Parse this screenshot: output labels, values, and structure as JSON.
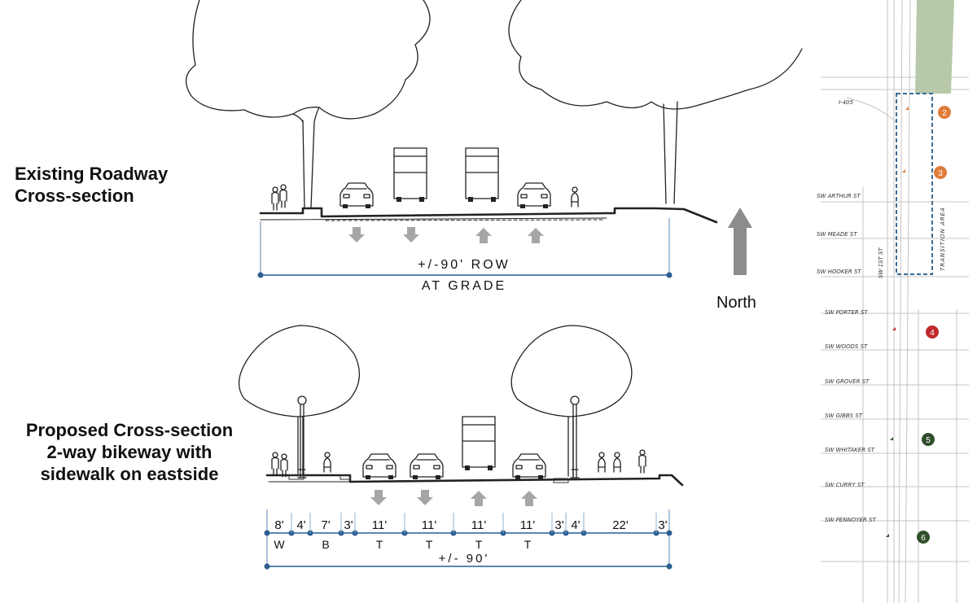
{
  "labels": {
    "existing_line1": "Existing Roadway",
    "existing_line2": "Cross-section",
    "proposed_line1": "Proposed Cross-section",
    "proposed_line2": "2-way bikeway with",
    "proposed_line3": "sidewalk on eastside",
    "north": "North"
  },
  "existing_section": {
    "row_label": "+/-90' ROW",
    "grade_label": "AT GRADE",
    "lane_arrows": [
      "down",
      "down",
      "up",
      "up"
    ]
  },
  "proposed_section": {
    "widths": [
      "8'",
      "4'",
      "7'",
      "3'",
      "11'",
      "11'",
      "11'",
      "11'",
      "3'",
      "4'",
      "22'",
      "3'"
    ],
    "codes": [
      "W",
      "B",
      "T",
      "T",
      "T",
      "T"
    ],
    "total": "+/- 90'",
    "lane_arrows": [
      "down",
      "down",
      "up",
      "up"
    ]
  },
  "map": {
    "freeway": "I-405",
    "streets": [
      "SW ARTHUR ST",
      "SW MEADE ST",
      "SW HOOKER ST",
      "SW PORTER ST",
      "SW WOODS ST",
      "SW GROVER ST",
      "SW GIBBS ST",
      "SW WHITAKER ST",
      "SW CURRY ST",
      "SW PENNOYER ST"
    ],
    "cross_street": "SW 1ST ST",
    "transition_label": "TRANSITION AREA",
    "markers": [
      "2",
      "3",
      "4",
      "5",
      "6"
    ],
    "marker_colors": [
      "#e07b3a",
      "#e07b3a",
      "#c0282b",
      "#2f4f2a",
      "#2f4f2a"
    ]
  }
}
